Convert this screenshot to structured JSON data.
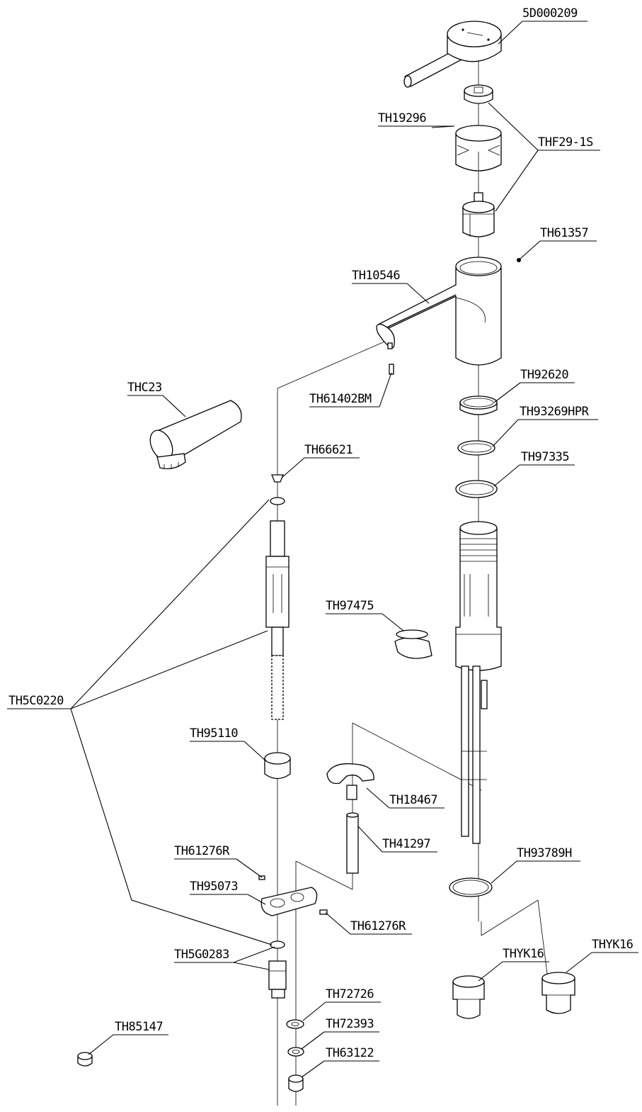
{
  "labels": {
    "p5d000209": "5D000209",
    "th19296": "TH19296",
    "thf29_1s": "THF29-1S",
    "th61357": "TH61357",
    "th10546": "TH10546",
    "th92620": "TH92620",
    "th61402bm": "TH61402BM",
    "thc23": "THC23",
    "th93269hpr": "TH93269HPR",
    "th66621": "TH66621",
    "th97335": "TH97335",
    "th97475": "TH97475",
    "th5c0220": "TH5C0220",
    "th95110": "TH95110",
    "th18467": "TH18467",
    "th41297": "TH41297",
    "th61276r_a": "TH61276R",
    "th93789h": "TH93789H",
    "th95073": "TH95073",
    "th61276r_b": "TH61276R",
    "th5g0283": "TH5G0283",
    "thyk16_a": "THYK16",
    "thyk16_b": "THYK16",
    "th72726": "TH72726",
    "th85147": "TH85147",
    "th72393": "TH72393",
    "th63122": "TH63122"
  }
}
